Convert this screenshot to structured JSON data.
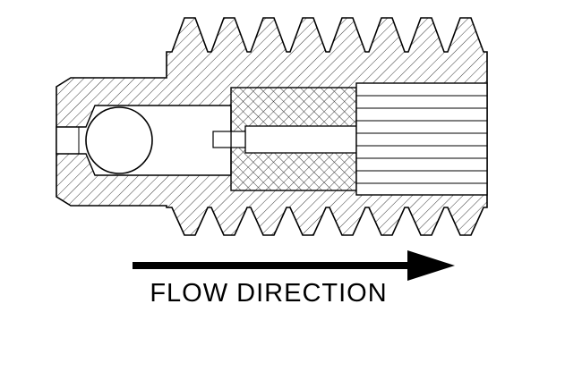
{
  "diagram": {
    "type": "engineering-cross-section",
    "subject": "threaded-check-valve-cartridge",
    "label": {
      "text": "FLOW DIRECTION"
    },
    "arrow": {
      "direction": "right"
    },
    "colors": {
      "line": "#000000",
      "background": "#ffffff",
      "hatch": "#3a3a3a"
    },
    "parts": [
      "threaded-body",
      "inlet-bore",
      "check-ball",
      "valve-seat",
      "poppet",
      "retainer-stack"
    ]
  }
}
